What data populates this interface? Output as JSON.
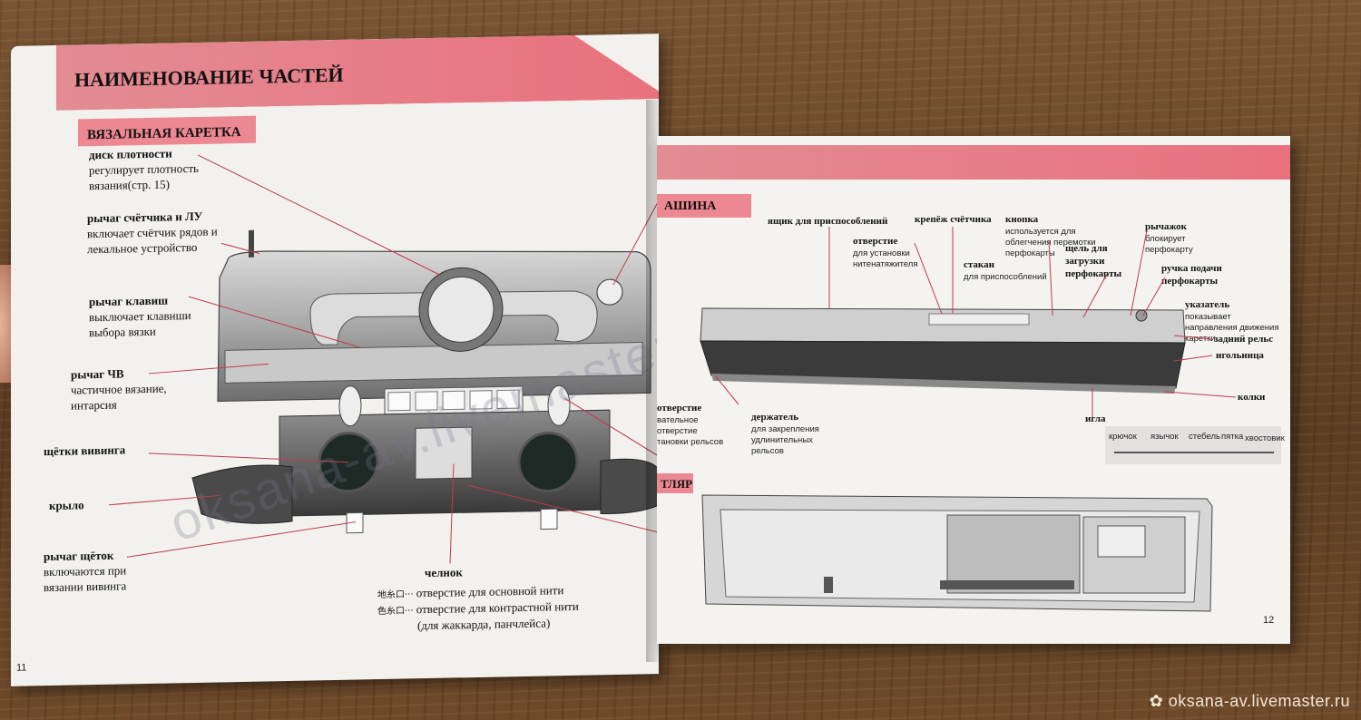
{
  "left_page": {
    "heading": "НАИМЕНОВАНИЕ ЧАСТЕЙ",
    "section": "ВЯЗАЛЬНАЯ КАРЕТКА",
    "labels": [
      {
        "title": "диск плотности",
        "desc": "регулирует плотность вязания(стр. 15)"
      },
      {
        "title": "рычаг счётчика и ЛУ",
        "desc": "включает счётчик рядов и лекальное устройство"
      },
      {
        "title": "рычаг клавиш",
        "desc": "выключает клавиши выбора вязки"
      },
      {
        "title": "рычаг ЧВ",
        "desc": "частичное вязание, интарсия"
      },
      {
        "title": "щётки вивинга",
        "desc": ""
      },
      {
        "title": "крыло",
        "desc": ""
      },
      {
        "title": "рычаг щёток",
        "desc": "включаются при вязании вивинга"
      }
    ],
    "shuttle": {
      "title": "челнок",
      "line1_code": "地糸口···",
      "line1": "отверстие для основной нити",
      "line2_code": "色糸口···",
      "line2": "отверстие для контрастной нити",
      "line3": "(для жаккарда, панчлейса)"
    },
    "page_number": "11"
  },
  "right_page": {
    "section1": "АШИНА",
    "section2": "ТЛЯР",
    "labels": {
      "box": "ящик для приспособлений",
      "counter_mount": "крепёж счётчика",
      "hole": "отверстие",
      "hole_desc": "для установки нитенатяжителя",
      "button": "кнопка",
      "button_desc": "используется для облегчения перемотки перфокарты",
      "lever": "рычажок",
      "lever_desc": "блокирует перфокарту",
      "cup": "стакан",
      "cup_desc": "для приспособлений",
      "slot": "щель для загрузки перфокарты",
      "feed_handle": "ручка подачи перфокарты",
      "pointer": "указатель",
      "pointer_desc": "показывает направления движения каретки",
      "rear_rail": "задний рельс",
      "needle_bed": "игольница",
      "pegs": "колки",
      "hole2": "отверстие",
      "hole2_desc": "вательное отверстие",
      "hole2_desc2": "тановки рельсов",
      "holder": "держатель",
      "holder_desc": "для закрепления удлинительных рельсов",
      "needle": "игла",
      "needle_parts": [
        "крючок",
        "язычок",
        "стебель",
        "пятка",
        "хвостовик"
      ]
    },
    "page_number": "12"
  },
  "watermarks": {
    "center": "oksana-av.livemaster.ru",
    "footer": "✿ oksana-av.livemaster.ru"
  },
  "colors": {
    "band": "#e9717e",
    "page": "#f2f1ee"
  }
}
